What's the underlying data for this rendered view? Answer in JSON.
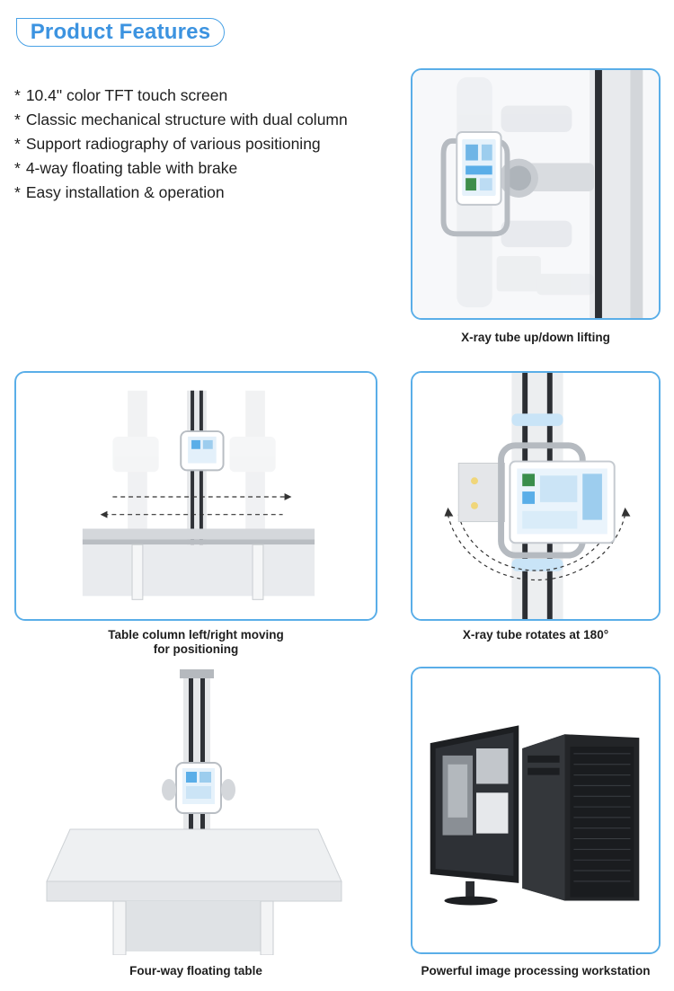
{
  "header": {
    "title": "Product Features"
  },
  "features": [
    "10.4\" color TFT touch screen",
    "Classic mechanical structure with dual column",
    "Support radiography of various positioning",
    "4-way floating table with brake",
    "Easy installation & operation"
  ],
  "bullet_symbol": "*",
  "panels": {
    "tube_lifting": {
      "caption": "X-ray tube up/down lifting"
    },
    "table_column": {
      "caption_line1": "Table column left/right moving",
      "caption_line2": "for positioning"
    },
    "tube_rotate": {
      "caption": "X-ray tube rotates at 180°"
    },
    "floating_table": {
      "caption": "Four-way floating table"
    },
    "workstation": {
      "caption": "Powerful image processing workstation"
    }
  },
  "colors": {
    "accent": "#3c93e0",
    "border": "#5aaee8"
  }
}
